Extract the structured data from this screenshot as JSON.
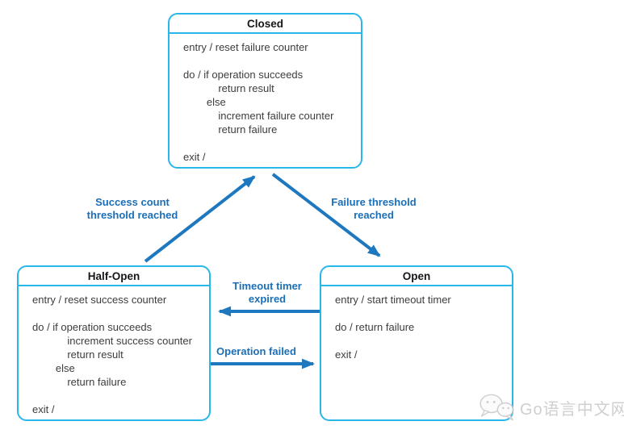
{
  "diagram": {
    "title_implied": "Circuit Breaker state diagram",
    "states": [
      {
        "id": "closed",
        "title": "Closed",
        "body": "entry / reset failure counter\n\ndo / if operation succeeds\n            return result\n        else\n            increment failure counter\n            return failure\n\nexit /"
      },
      {
        "id": "half-open",
        "title": "Half-Open",
        "body": "entry / reset success counter\n\ndo / if operation succeeds\n            increment success counter\n            return result\n        else\n            return failure\n\nexit /"
      },
      {
        "id": "open",
        "title": "Open",
        "body": "entry / start timeout timer\n\ndo / return failure\n\nexit /"
      }
    ],
    "transitions": [
      {
        "id": "half-open-to-closed",
        "from": "Half-Open",
        "to": "Closed",
        "label": "Success count\nthreshold reached"
      },
      {
        "id": "closed-to-open",
        "from": "Closed",
        "to": "Open",
        "label": "Failure threshold\nreached"
      },
      {
        "id": "open-to-half-open",
        "from": "Open",
        "to": "Half-Open",
        "label": "Timeout timer\nexpired"
      },
      {
        "id": "half-open-to-open",
        "from": "Half-Open",
        "to": "Open",
        "label": "Operation failed"
      }
    ]
  },
  "watermark": {
    "icon": "chat-bubbles-icon",
    "text": "Go语言中文网"
  },
  "colors": {
    "box_border": "#29b7e9",
    "arrow": "#1e78c0",
    "transition_label": "#1b6fb8",
    "body_text": "#3d3d3d",
    "title_text": "#161616",
    "watermark": "#c7c7c7",
    "background": "#ffffff"
  }
}
